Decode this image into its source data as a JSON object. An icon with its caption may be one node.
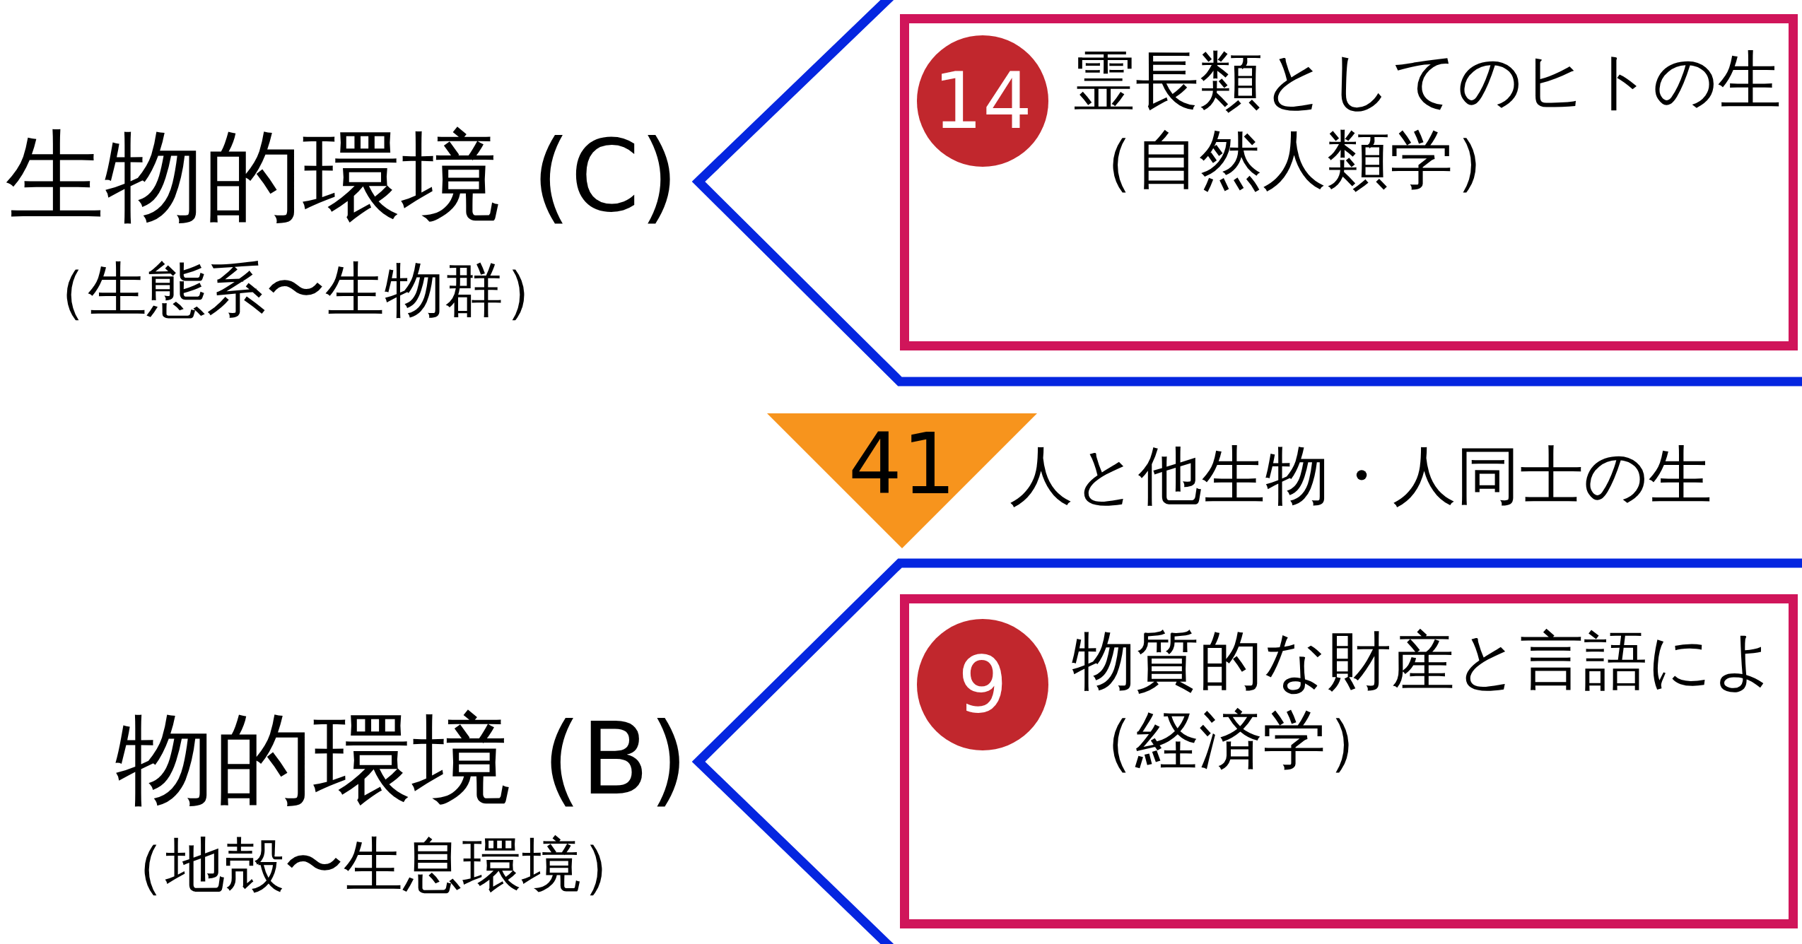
{
  "diagram": {
    "nodes": [
      {
        "text": [
          "霊長類としてのヒトの生",
          "（自然人類学）"
        ]
      },
      {
        "text": [
          "14"
        ],
        "in": 0
      },
      {
        "text": [
          "41"
        ],
        "beside": [
          "人と他生物・人同士の生"
        ]
      },
      {
        "text": [
          "物質的な財産と言語によ",
          "（経済学）"
        ]
      },
      {
        "text": [
          "9"
        ],
        "in": 3
      }
    ],
    "labels": [
      "生物的環境 (C)",
      "（生態系〜生物群）",
      "物的環境 (B)",
      "（地殻〜生息環境）"
    ]
  }
}
